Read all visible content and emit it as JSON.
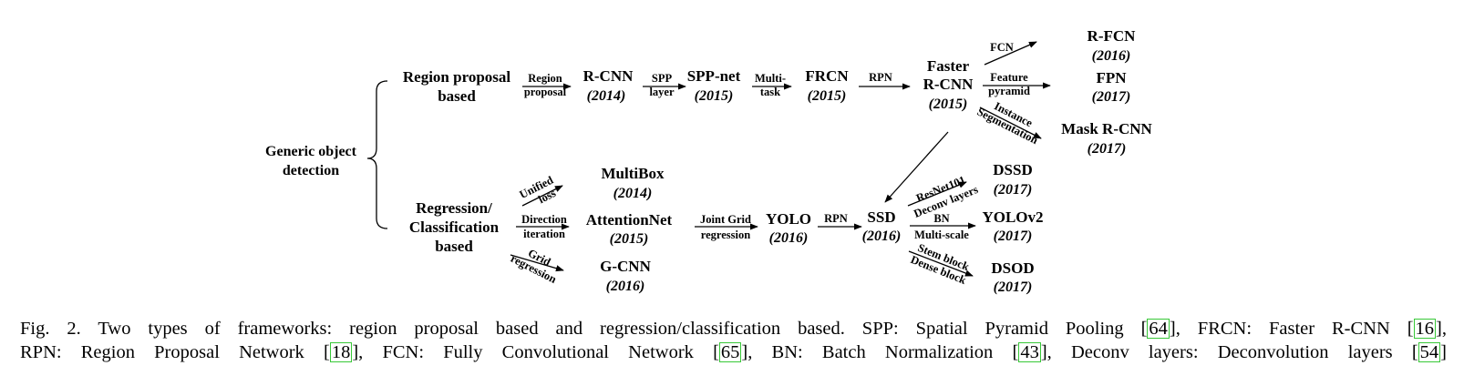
{
  "diagram": {
    "root": [
      "Generic object",
      "detection"
    ],
    "branches": {
      "region": [
        "Region proposal",
        "based"
      ],
      "regression": [
        "Regression/",
        "Classification",
        "based"
      ]
    },
    "nodes": {
      "rcnn": {
        "name": "R-CNN",
        "year": "(2014)"
      },
      "sppnet": {
        "name": "SPP-net",
        "year": "(2015)"
      },
      "frcn": {
        "name": "FRCN",
        "year": "(2015)"
      },
      "faster": {
        "name1": "Faster",
        "name2": "R-CNN",
        "year": "(2015)"
      },
      "rfcn": {
        "name": "R-FCN",
        "year": "(2016)"
      },
      "fpn": {
        "name": "FPN",
        "year": "(2017)"
      },
      "maskrcnn": {
        "name": "Mask R-CNN",
        "year": "(2017)"
      },
      "multibox": {
        "name": "MultiBox",
        "year": "(2014)"
      },
      "attentionnet": {
        "name": "AttentionNet",
        "year": "(2015)"
      },
      "gcnn": {
        "name": "G-CNN",
        "year": "(2016)"
      },
      "yolo": {
        "name": "YOLO",
        "year": "(2016)"
      },
      "ssd": {
        "name": "SSD",
        "year": "(2016)"
      },
      "dssd": {
        "name": "DSSD",
        "year": "(2017)"
      },
      "yolov2": {
        "name": "YOLOv2",
        "year": "(2017)"
      },
      "dsod": {
        "name": "DSOD",
        "year": "(2017)"
      }
    },
    "edges": {
      "region_proposal": [
        "Region",
        "proposal"
      ],
      "spp_layer": [
        "SPP",
        "layer"
      ],
      "multi_task": [
        "Multi-",
        "task"
      ],
      "rpn_top": "RPN",
      "fcn": "FCN",
      "feature_pyramid": [
        "Feature",
        "pyramid"
      ],
      "instance_segmentation": [
        "Instance",
        "Segmentation"
      ],
      "unified_loss": [
        "Unified",
        "loss"
      ],
      "direction_iteration": [
        "Direction",
        "iteration"
      ],
      "grid_regression": [
        "Grid",
        "regression"
      ],
      "joint_grid_regression": [
        "Joint Grid",
        "regression"
      ],
      "rpn_bottom": "RPN",
      "resnet_deconv": [
        "ResNet101",
        "Deconv layers"
      ],
      "bn_multiscale": [
        "BN",
        "Multi-scale"
      ],
      "stem_dense": [
        "Stem block",
        "Dense block"
      ]
    }
  },
  "caption": {
    "line1": [
      {
        "t": "Fig. 2.  Two types of frameworks: region proposal based and regression/classification based. SPP: Spatial Pyramid Pooling "
      },
      {
        "cite": "64"
      },
      {
        "t": ", FRCN: Faster R-CNN "
      },
      {
        "cite": "16"
      },
      {
        "t": ","
      }
    ],
    "line2": [
      {
        "t": "RPN: Region Proposal Network "
      },
      {
        "cite": "18"
      },
      {
        "t": ", FCN: Fully Convolutional Network "
      },
      {
        "cite": "65"
      },
      {
        "t": ", BN: Batch Normalization "
      },
      {
        "cite": "43"
      },
      {
        "t": ", Deconv layers: Deconvolution layers "
      },
      {
        "cite": "54"
      }
    ]
  }
}
